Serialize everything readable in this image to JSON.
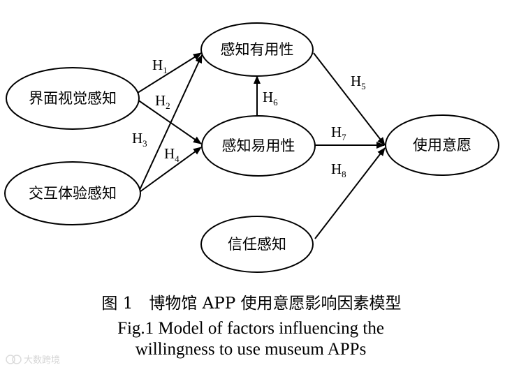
{
  "nodes": {
    "interface_visual": "界面视觉感知",
    "interaction_experience": "交互体验感知",
    "perceived_usefulness": "感知有用性",
    "perceived_ease_of_use": "感知易用性",
    "trust": "信任感知",
    "use_intention": "使用意愿"
  },
  "hypotheses": {
    "h1": {
      "letter": "H",
      "num": "1"
    },
    "h2": {
      "letter": "H",
      "num": "2"
    },
    "h3": {
      "letter": "H",
      "num": "3"
    },
    "h4": {
      "letter": "H",
      "num": "4"
    },
    "h5": {
      "letter": "H",
      "num": "5"
    },
    "h6": {
      "letter": "H",
      "num": "6"
    },
    "h7": {
      "letter": "H",
      "num": "7"
    },
    "h8": {
      "letter": "H",
      "num": "8"
    }
  },
  "caption": {
    "chinese": "图 1　博物馆 APP 使用意愿影响因素模型",
    "english_line1": "Fig.1 Model of factors influencing the",
    "english_line2": "willingness to use museum APPs"
  },
  "watermark": "大数跨境"
}
